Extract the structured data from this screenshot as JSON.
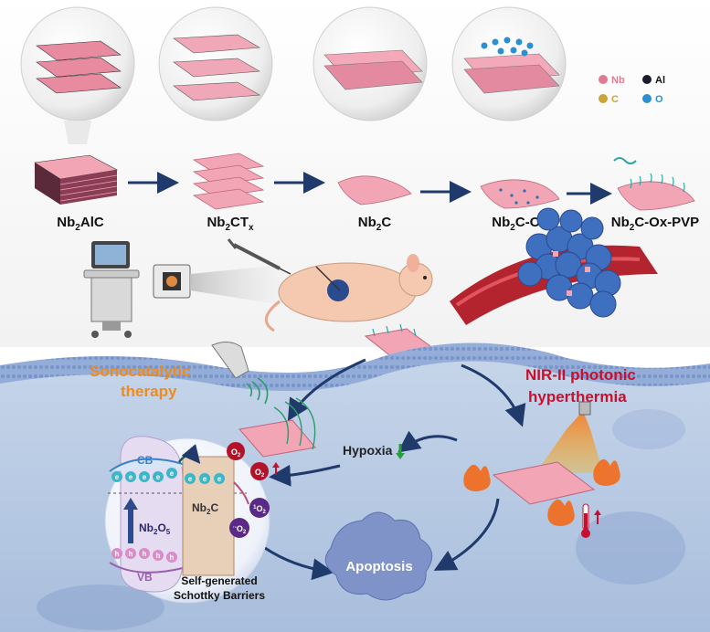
{
  "synthesis": {
    "steps": [
      {
        "main": "Nb",
        "sub": "2",
        "rest": "AlC",
        "sub2": "",
        "rest2": ""
      },
      {
        "main": "Nb",
        "sub": "2",
        "rest": "CT",
        "sub2": "x",
        "rest2": ""
      },
      {
        "main": "Nb",
        "sub": "2",
        "rest": "C",
        "sub2": "",
        "rest2": ""
      },
      {
        "main": "Nb",
        "sub": "2",
        "rest": "C-Ox",
        "sub2": "",
        "rest2": ""
      },
      {
        "main": "Nb",
        "sub": "2",
        "rest": "C-Ox-PVP",
        "sub2": "",
        "rest2": ""
      }
    ],
    "legend": [
      {
        "label": "Nb",
        "color": "#e07a90"
      },
      {
        "label": "Al",
        "color": "#1a1a2e"
      },
      {
        "label": "C",
        "color": "#c9a43a"
      },
      {
        "label": "O",
        "color": "#2b8fd1"
      }
    ]
  },
  "therapy": {
    "sonocatalytic": "Sonocatalytic",
    "therapy": "therapy",
    "nir_line1": "NIR-II photonic",
    "nir_line2": "hyperthermia",
    "hypoxia": "Hypoxia",
    "apoptosis": "Apoptosis"
  },
  "mechanism": {
    "cb": "CB",
    "vb": "VB",
    "electron": "e",
    "hole": "h",
    "semiconductor": {
      "main": "Nb",
      "sub": "2",
      "rest": "O",
      "sub2": "5"
    },
    "metal": {
      "main": "Nb",
      "sub": "2",
      "rest": "C"
    },
    "o2": "O",
    "o2_sub": "2",
    "singlet_sup": "1",
    "superoxide_sup": "·-",
    "barrier_line1": "Self-generated",
    "barrier_line2": "Schottky Barriers"
  },
  "colors": {
    "orange": "#f08a1c",
    "red": "#c8102e",
    "arrow_blue": "#1f3a6b",
    "sheet_pink": "#f2a5b5"
  }
}
